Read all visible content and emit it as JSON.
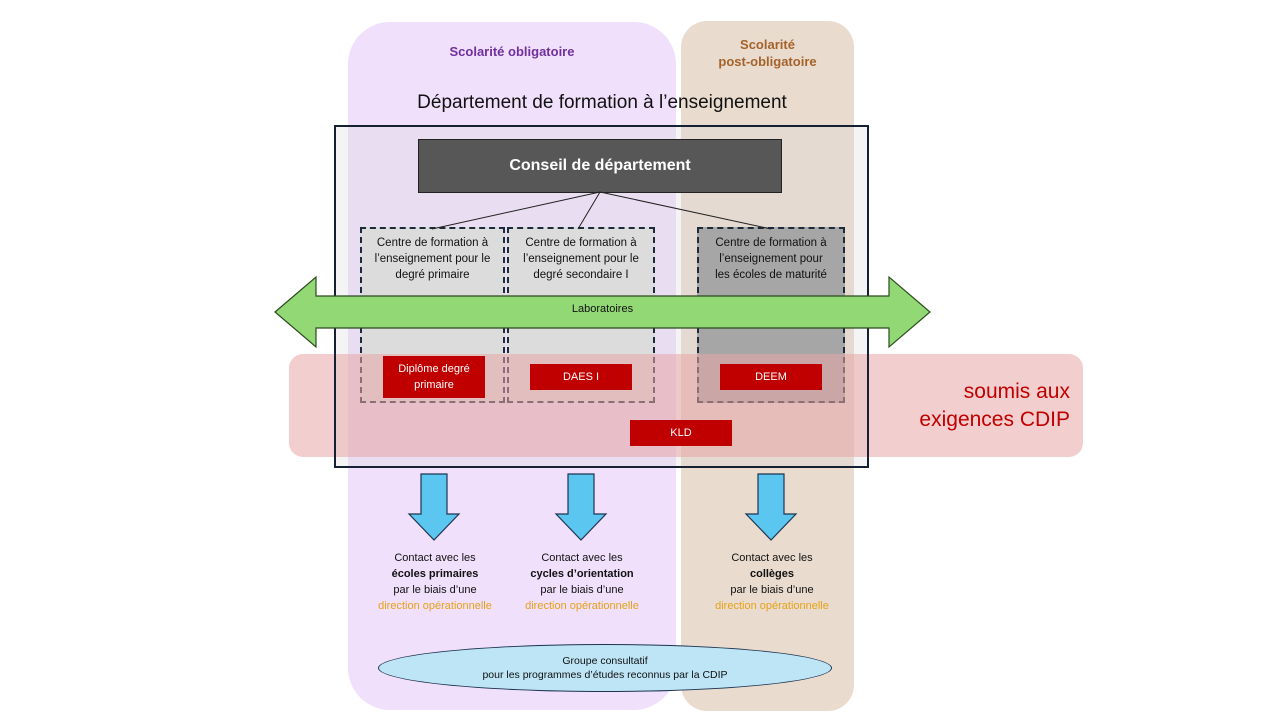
{
  "columns": {
    "obligatoire": "Scolarité obligatoire",
    "post_obligatoire_line1": "Scolarité",
    "post_obligatoire_line2": "post-obligatoire"
  },
  "department_title": "Département  de formation à l’enseignement",
  "conseil": "Conseil de département",
  "centres": [
    {
      "line1": "Centre de formation à",
      "line2": "l’enseignement pour le",
      "line3": "degré primaire"
    },
    {
      "line1": "Centre de formation à",
      "line2": "l’enseignement pour le",
      "line3": "degré secondaire I"
    },
    {
      "line1": "Centre de formation à",
      "line2": "l’enseignement pour",
      "line3": "les écoles de maturité"
    }
  ],
  "laboratoires": "Laboratoires",
  "diplomas": {
    "primaire_line1": "Diplôme degré",
    "primaire_line2": "primaire",
    "daes": "DAES I",
    "deem": "DEEM",
    "kld": "KLD"
  },
  "cdip": {
    "line1": "soumis aux",
    "line2": "exigences CDIP"
  },
  "contacts": [
    {
      "line1": "Contact avec les",
      "bold": "écoles primaires",
      "line3": "par le biais d’une",
      "orange": "direction opérationnelle"
    },
    {
      "line1": "Contact avec les",
      "bold": "cycles d’orientation",
      "line3": "par le biais d’une",
      "orange": "direction opérationnelle"
    },
    {
      "line1": "Contact avec les",
      "bold": "collèges",
      "line3": "par le biais d’une",
      "orange": "direction opérationnelle"
    }
  ],
  "groupe": {
    "line1": "Groupe consultatif",
    "line2": "pour les programmes d’études reconnus par la CDIP"
  },
  "colors": {
    "purple": "#f0e0fb",
    "tan": "#e9dccf",
    "green_arrow": "#92d875",
    "blue_arrow": "#5bc6f0",
    "red": "#c00000",
    "orange_text": "#e6a117"
  }
}
